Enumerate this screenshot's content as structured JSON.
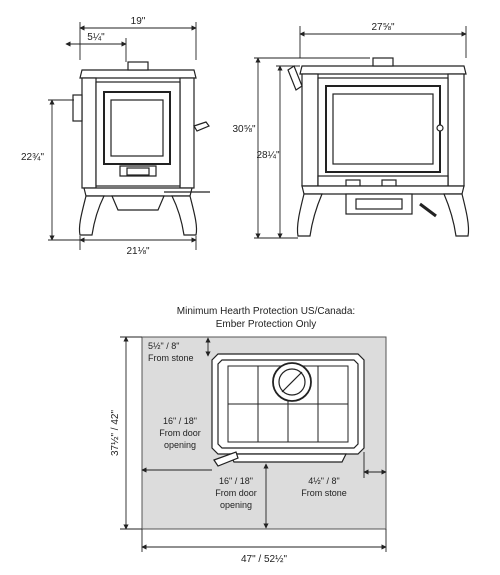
{
  "front_view": {
    "width_top": "19\"",
    "width_inner": "5¼\"",
    "height_left": "22¾\"",
    "width_bottom": "21⅛\""
  },
  "side_view": {
    "depth_top": "27⅝\"",
    "height_total": "30⅝\"",
    "height_inner": "28¼\""
  },
  "hearth": {
    "title_line1": "Minimum Hearth Protection US/Canada:",
    "title_line2": "Ember Protection Only",
    "top_clearance_value": "5½\" / 8\"",
    "top_clearance_note": "From stone",
    "left_door_value": "16\" / 18\"",
    "left_door_note_1": "From door",
    "left_door_note_2": "opening",
    "bottom_door_value": "16\" / 18\"",
    "bottom_door_note_1": "From door",
    "bottom_door_note_2": "opening",
    "right_stone_value": "4½\" / 8\"",
    "right_stone_note": "From stone",
    "depth_label": "37½\" / 42\"",
    "width_label": "47\" / 52½\""
  },
  "colors": {
    "line": "#222222",
    "hearth_fill": "#dcdcdc",
    "stove_fill": "#ffffff"
  }
}
